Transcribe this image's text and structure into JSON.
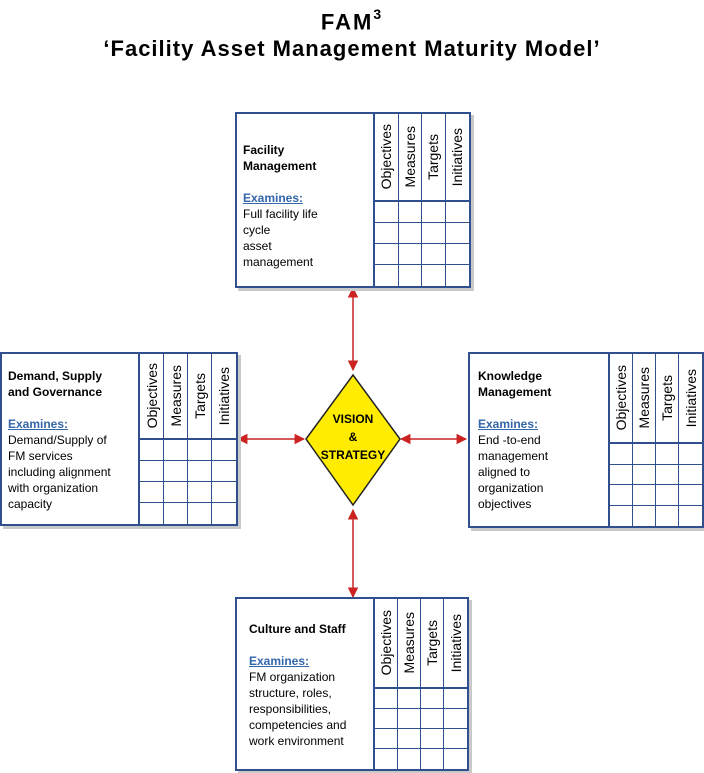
{
  "title": {
    "main": "FAM",
    "superscript": "3",
    "subtitle": "‘Facility Asset Management Maturity Model’"
  },
  "center": {
    "line1": "VISION",
    "line2": "&",
    "line3": "STRATEGY",
    "fill_color": "#ffec00"
  },
  "columns": [
    "Objectives",
    "Measures",
    "Targets",
    "Initiatives"
  ],
  "boxes": {
    "top": {
      "heading": [
        "Facility",
        "Management"
      ],
      "examines": "Examines:",
      "desc": [
        "Full facility life",
        "cycle",
        "asset",
        "management"
      ]
    },
    "left": {
      "heading": [
        "Demand, Supply",
        "and Governance"
      ],
      "examines": "Examines:",
      "desc": [
        "Demand/Supply of",
        "FM services",
        "including alignment",
        "with organization",
        "capacity"
      ]
    },
    "right": {
      "heading": [
        "Knowledge",
        "Management"
      ],
      "examines": "Examines:",
      "desc": [
        "End -to-end",
        "management",
        "aligned to",
        "organization",
        "objectives"
      ]
    },
    "bottom": {
      "heading": [
        "Culture and Staff"
      ],
      "examines": "Examines:",
      "desc": [
        "FM organization",
        "structure, roles,",
        "responsibilities,",
        "competencies and",
        "work environment"
      ]
    }
  },
  "colors": {
    "box_border": "#2f4f8f",
    "arrow": "#cc2222",
    "examines_text": "#3366aa"
  }
}
